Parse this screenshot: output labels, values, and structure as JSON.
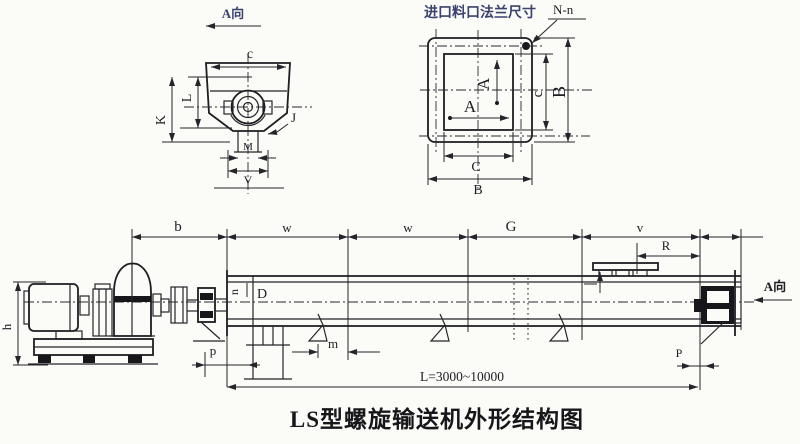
{
  "page": {
    "caption": "LS型螺旋输送机外形结构图",
    "ink_color": "#24242a",
    "label_blue_color": "#3b4270",
    "background_color": "#fbfbf7"
  },
  "section_view": {
    "view_label": "A向",
    "dim_c": "c",
    "dim_L": "L",
    "dim_K": "K",
    "dim_J": "J",
    "dim_M": "M",
    "dim_V": "V"
  },
  "flange_view": {
    "title": "进口料口法兰尺寸",
    "bolt_note": "N-n",
    "dim_A_horizontal": "A",
    "dim_A_vertical": "A",
    "dim_c_inner": "c",
    "dim_B_right": "B",
    "dim_C_bottom": "C",
    "dim_B_bottom": "B"
  },
  "main_view": {
    "view_label": "A向",
    "dim_b": "b",
    "dim_w": "w",
    "dim_G": "G",
    "dim_v": "v",
    "dim_R": "R",
    "dim_h": "h",
    "dim_p": "p",
    "dim_m": "m",
    "dim_P": "P",
    "dim_n": "n",
    "dim_D": "D",
    "length_note": "L=3000~10000"
  }
}
